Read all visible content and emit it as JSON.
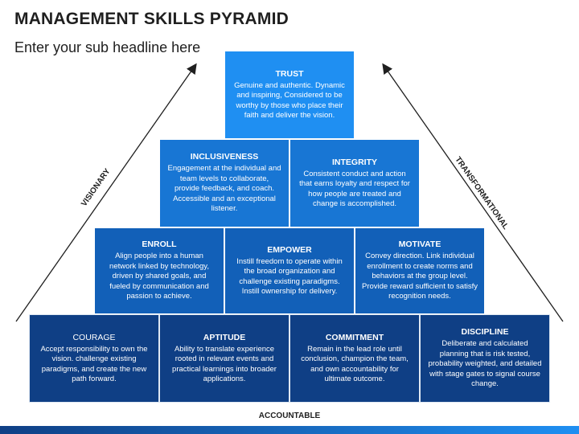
{
  "title": "MANAGEMENT SKILLS PYRAMID",
  "subtitle": "Enter your sub headline here",
  "labels": {
    "left": "VISIONARY",
    "right": "TRANSFORMATIONAL",
    "bottom": "ACCOUNTABLE"
  },
  "pyramid": {
    "trust": {
      "heading": "TRUST",
      "text": "Genuine and authentic. Dynamic and inspiring, Considered to be worthy by those who place their faith and deliver the vision."
    },
    "inclusiveness": {
      "heading": "INCLUSIVENESS",
      "text": "Engagement at the individual and team levels to collaborate, provide feedback, and coach. Accessible and an exceptional listener."
    },
    "integrity": {
      "heading": "INTEGRITY",
      "text": "Consistent conduct and action that earns loyalty and respect for how people are treated and change is accomplished."
    },
    "enroll": {
      "heading": "ENROLL",
      "text": "Align people into a human network linked by technology, driven by shared goals, and fueled by communication and passion to achieve."
    },
    "empower": {
      "heading": "EMPOWER",
      "text": "Instill freedom to operate within the broad organization and challenge existing paradigms. Instill ownership for delivery."
    },
    "motivate": {
      "heading": "MOTIVATE",
      "text": "Convey direction. Link individual enrollment to create norms and behaviors at the group level. Provide reward sufficient to satisfy recognition needs."
    },
    "courage": {
      "heading": "COURAGE",
      "text": "Accept responsibility to own the vision. challenge existing paradigms, and create the new path forward."
    },
    "aptitude": {
      "heading": "APTITUDE",
      "text": "Ability to translate experience rooted in relevant events and practical learnings into broader applications."
    },
    "commitment": {
      "heading": "COMMITMENT",
      "text": "Remain in the lead role until conclusion, champion the team, and own accountability for ultimate outcome."
    },
    "discipline": {
      "heading": "DISCIPLINE",
      "text": "Deliberate and calculated planning that is risk tested, probability weighted, and detailed with stage gates to signal course change."
    }
  }
}
